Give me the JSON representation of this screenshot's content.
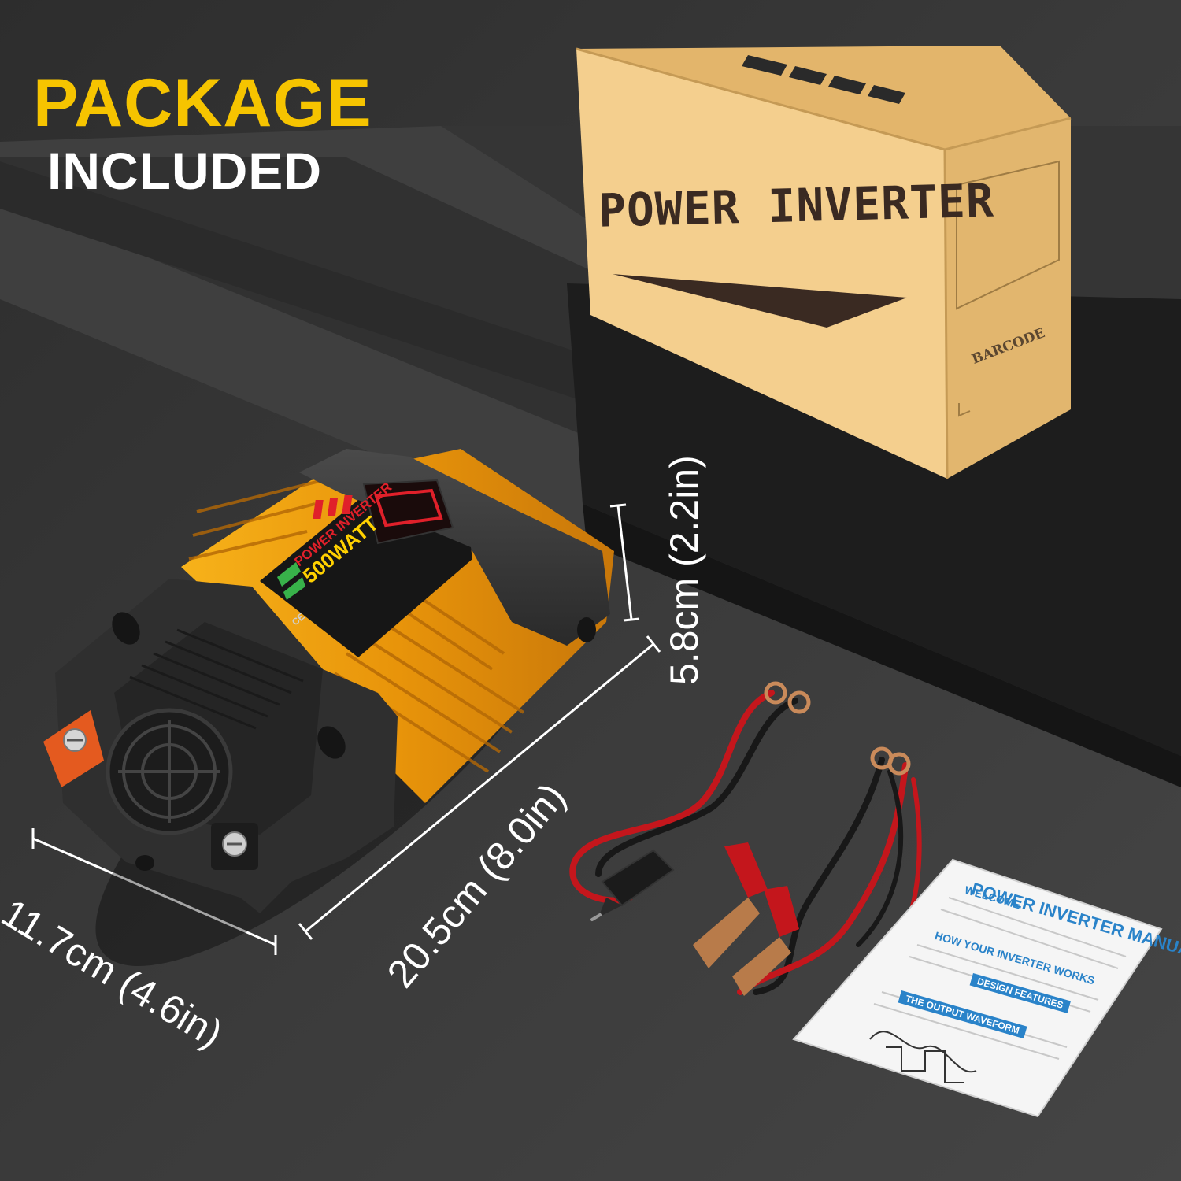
{
  "headline": {
    "line1": "PACKAGE",
    "line2": "INCLUDED"
  },
  "box": {
    "title": "POWER INVERTER",
    "barcode": "BARCODE"
  },
  "inverter": {
    "label_title": "POWER INVERTER",
    "label_watt": "500WATT",
    "display": "battery-level-icon"
  },
  "dimensions": {
    "width": "11.7cm (4.6in)",
    "length": "20.5cm (8.0in)",
    "height": "5.8cm (2.2in)"
  },
  "manual": {
    "title": "POWER INVERTER MANUAL",
    "welcome": "WELCOME",
    "how_it_works": "HOW YOUR INVERTER WORKS",
    "design_features": "DESIGN FEATURES",
    "output_waveform": "THE OUTPUT WAVEFORM"
  },
  "colors": {
    "accent_yellow": "#f6c400",
    "inverter_orange": "#f2a20a",
    "box_cardboard": "#f2cf8c",
    "manual_blue": "#2a83c9"
  }
}
